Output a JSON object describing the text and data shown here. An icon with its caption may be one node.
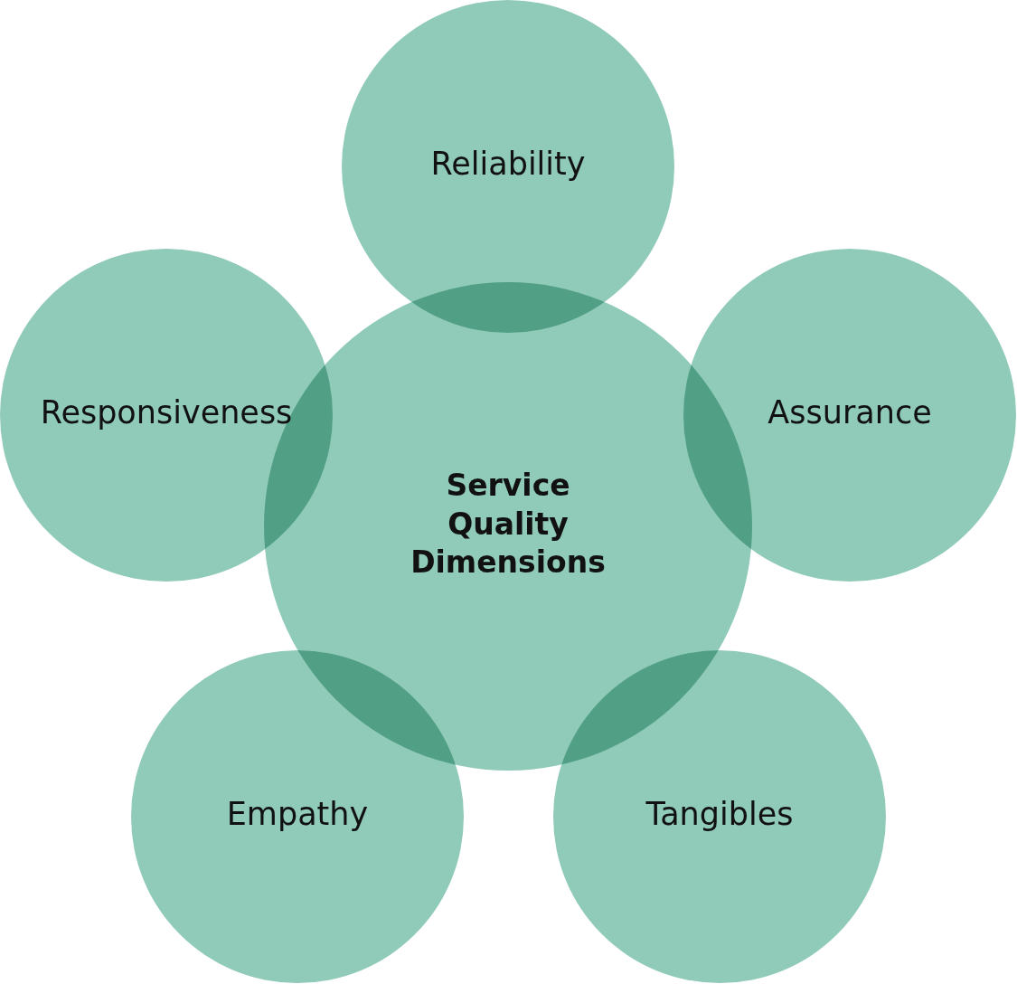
{
  "diagram": {
    "nodes": [
      {
        "text": [
          "Reliability"
        ]
      },
      {
        "text": [
          "Responsiveness"
        ]
      },
      {
        "text": [
          "Assurance"
        ]
      },
      {
        "text": [
          "Service Quality Dimensions"
        ]
      },
      {
        "text": [
          "Empathy"
        ]
      },
      {
        "text": [
          "Tangibles"
        ]
      }
    ],
    "edges": []
  }
}
